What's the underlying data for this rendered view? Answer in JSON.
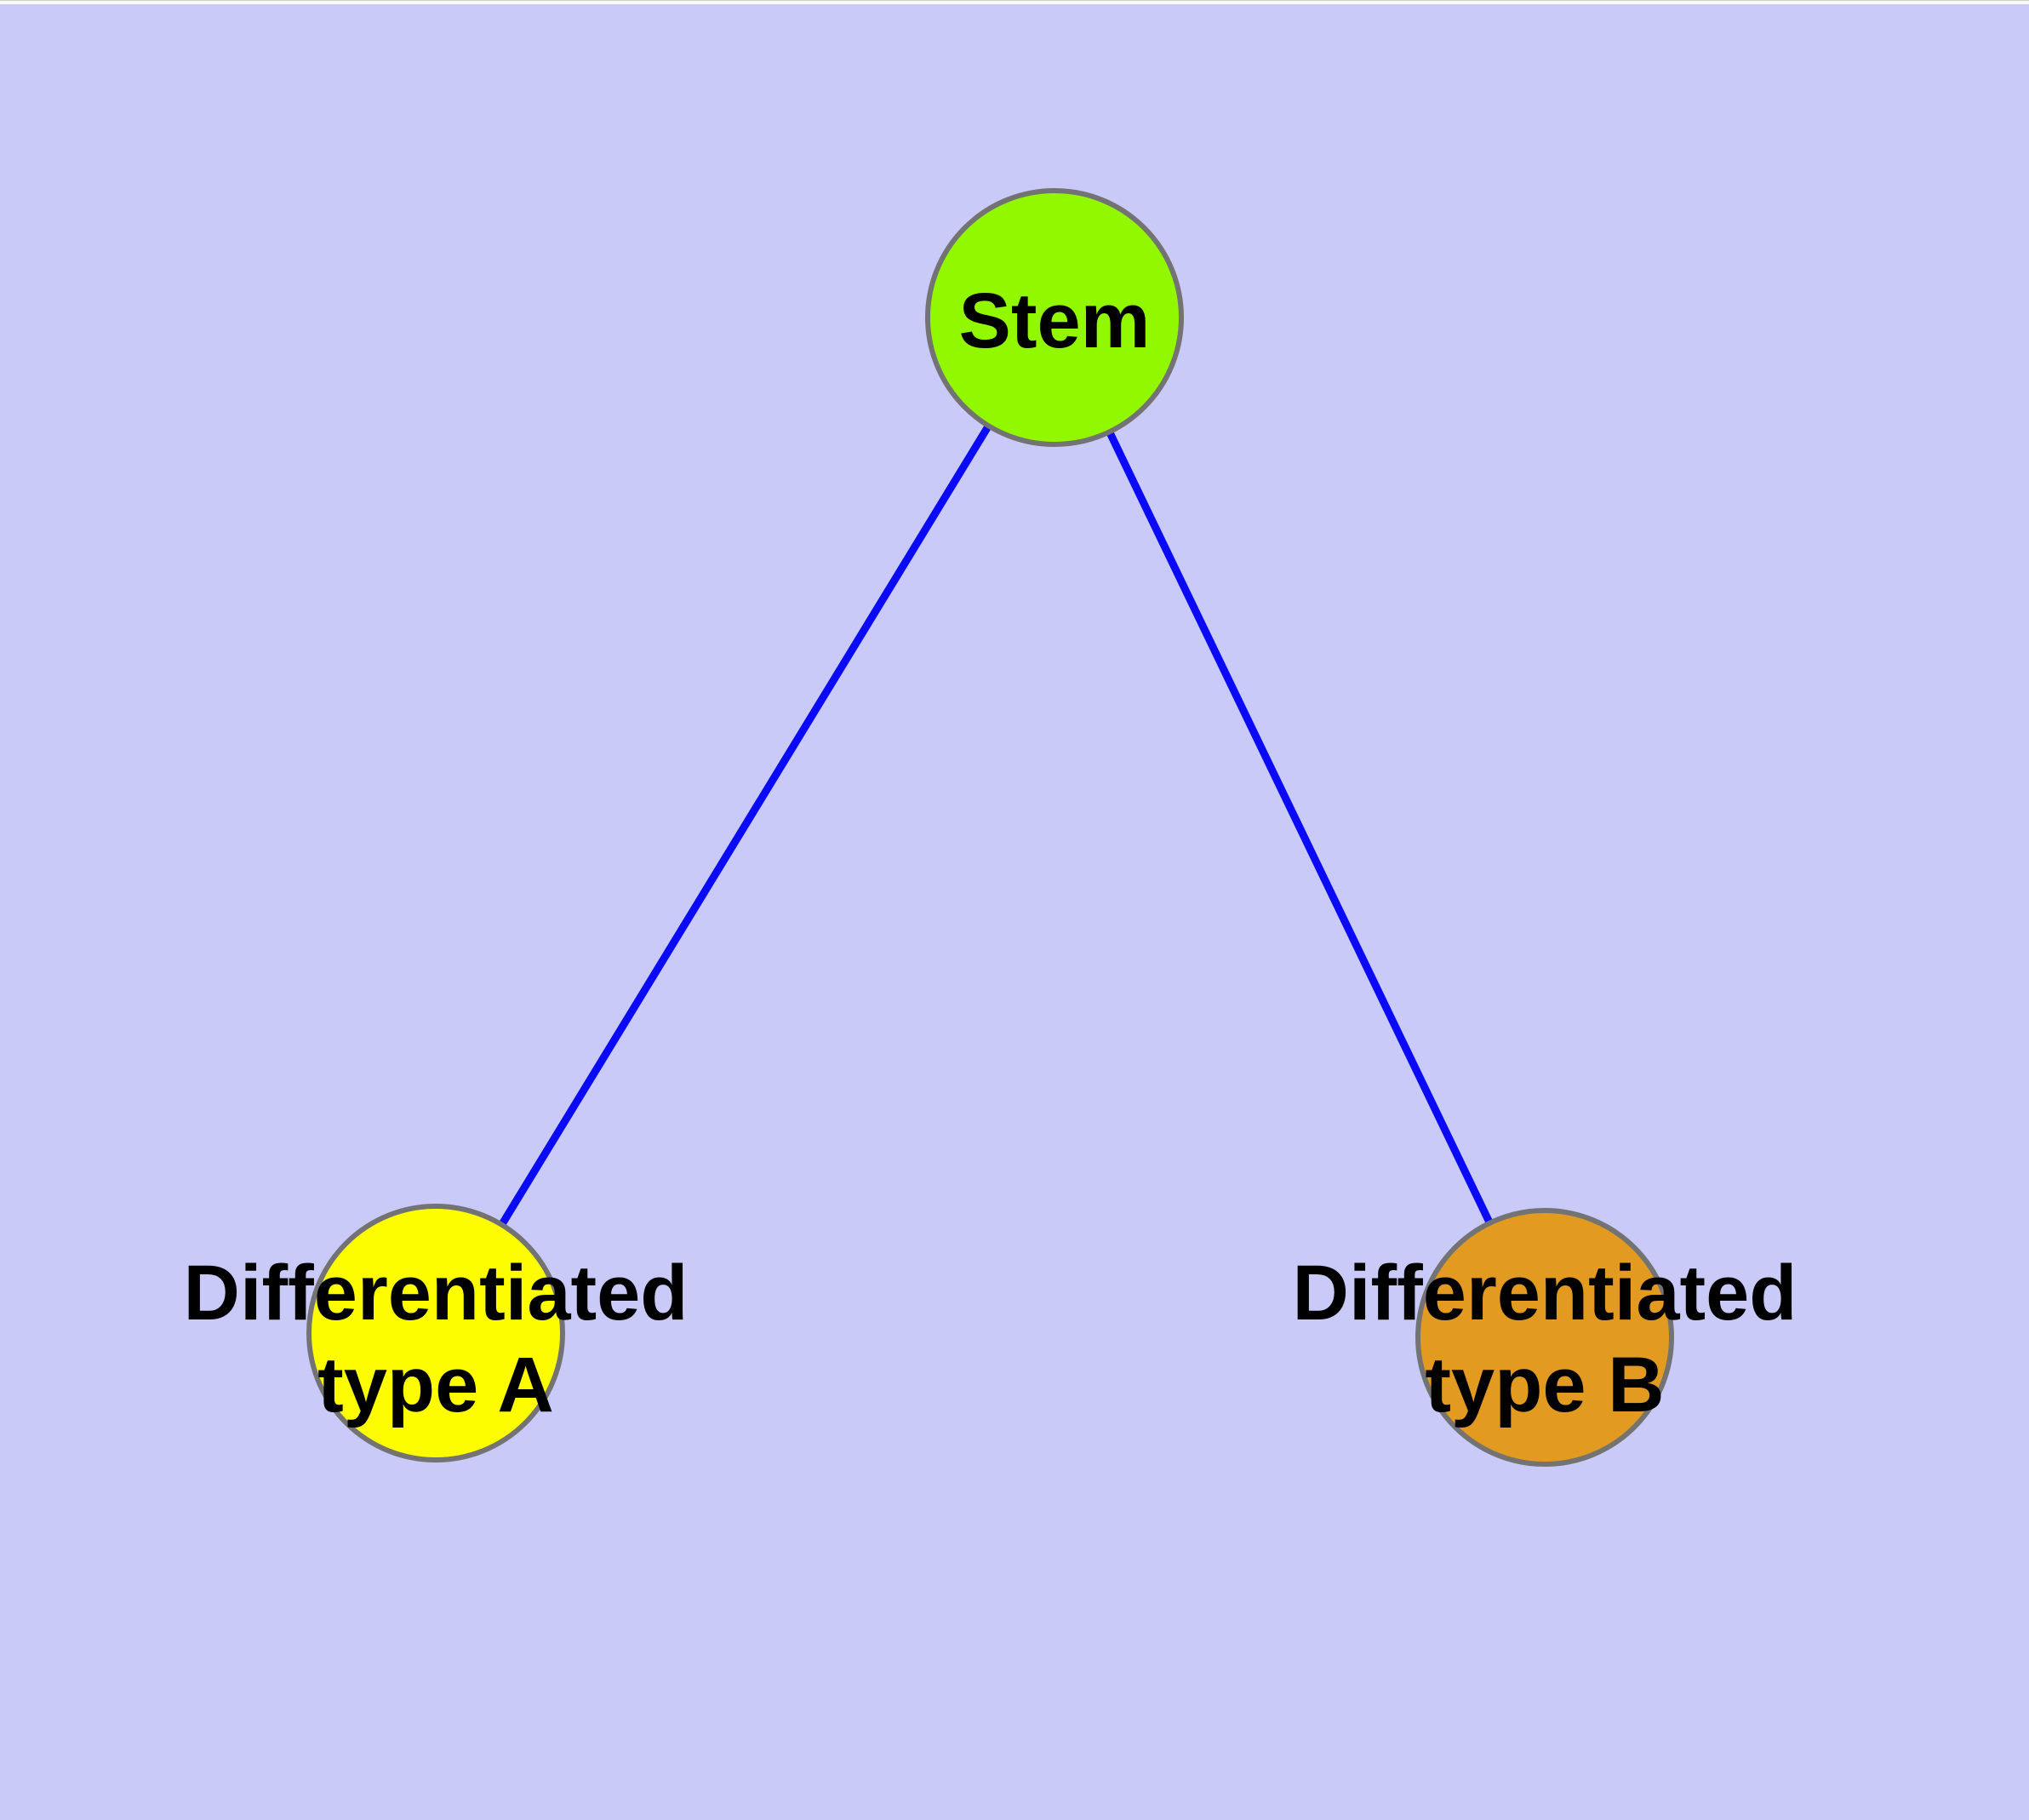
{
  "colors": {
    "background": "#CACAF8",
    "window_top_line": "#CFCFCF",
    "window_top_strip": "#FAFAFA",
    "edge": "#0A0AF8",
    "node_border": "#737373",
    "label_text": "#000000"
  },
  "graph": {
    "type": "node-link-diagram",
    "nodes": [
      {
        "id": "stem",
        "label": "Stem",
        "fill": "#92F800"
      },
      {
        "id": "differentiated-type-a",
        "label": "Differentiated type A",
        "label_line1": "Differentiated",
        "label_line2": "type A",
        "fill": "#FDFD00"
      },
      {
        "id": "differentiated-type-b",
        "label": "Differentiated type B",
        "label_line1": "Differentiated",
        "label_line2": "type B",
        "fill": "#E29A20"
      }
    ],
    "edges": [
      {
        "from": "Stem",
        "to": "Differentiated type A"
      },
      {
        "from": "Stem",
        "to": "Differentiated type B"
      }
    ]
  }
}
